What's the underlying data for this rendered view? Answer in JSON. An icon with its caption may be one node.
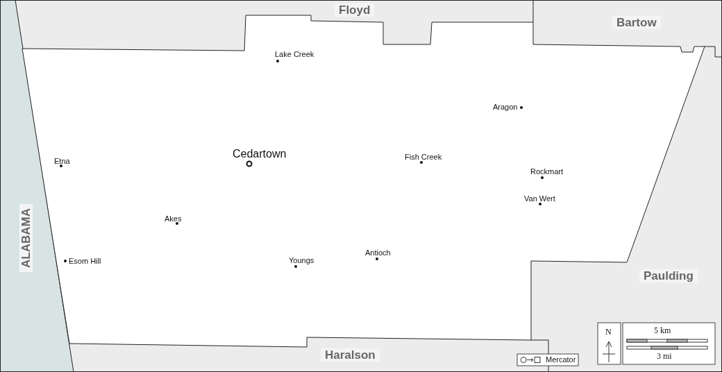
{
  "diagram": {
    "labels": [
      "Floyd",
      "Bartow",
      "ALABAMA",
      "Lake Creek",
      "Aragon",
      "Cedartown",
      "Etna",
      "Fish Creek",
      "Rockmart",
      "Van Wert",
      "Akes",
      "Esom Hill",
      "Youngs",
      "Antioch",
      "Paulding",
      "Haralson",
      "N",
      "5 km",
      "3 mi",
      "Mercator"
    ]
  }
}
